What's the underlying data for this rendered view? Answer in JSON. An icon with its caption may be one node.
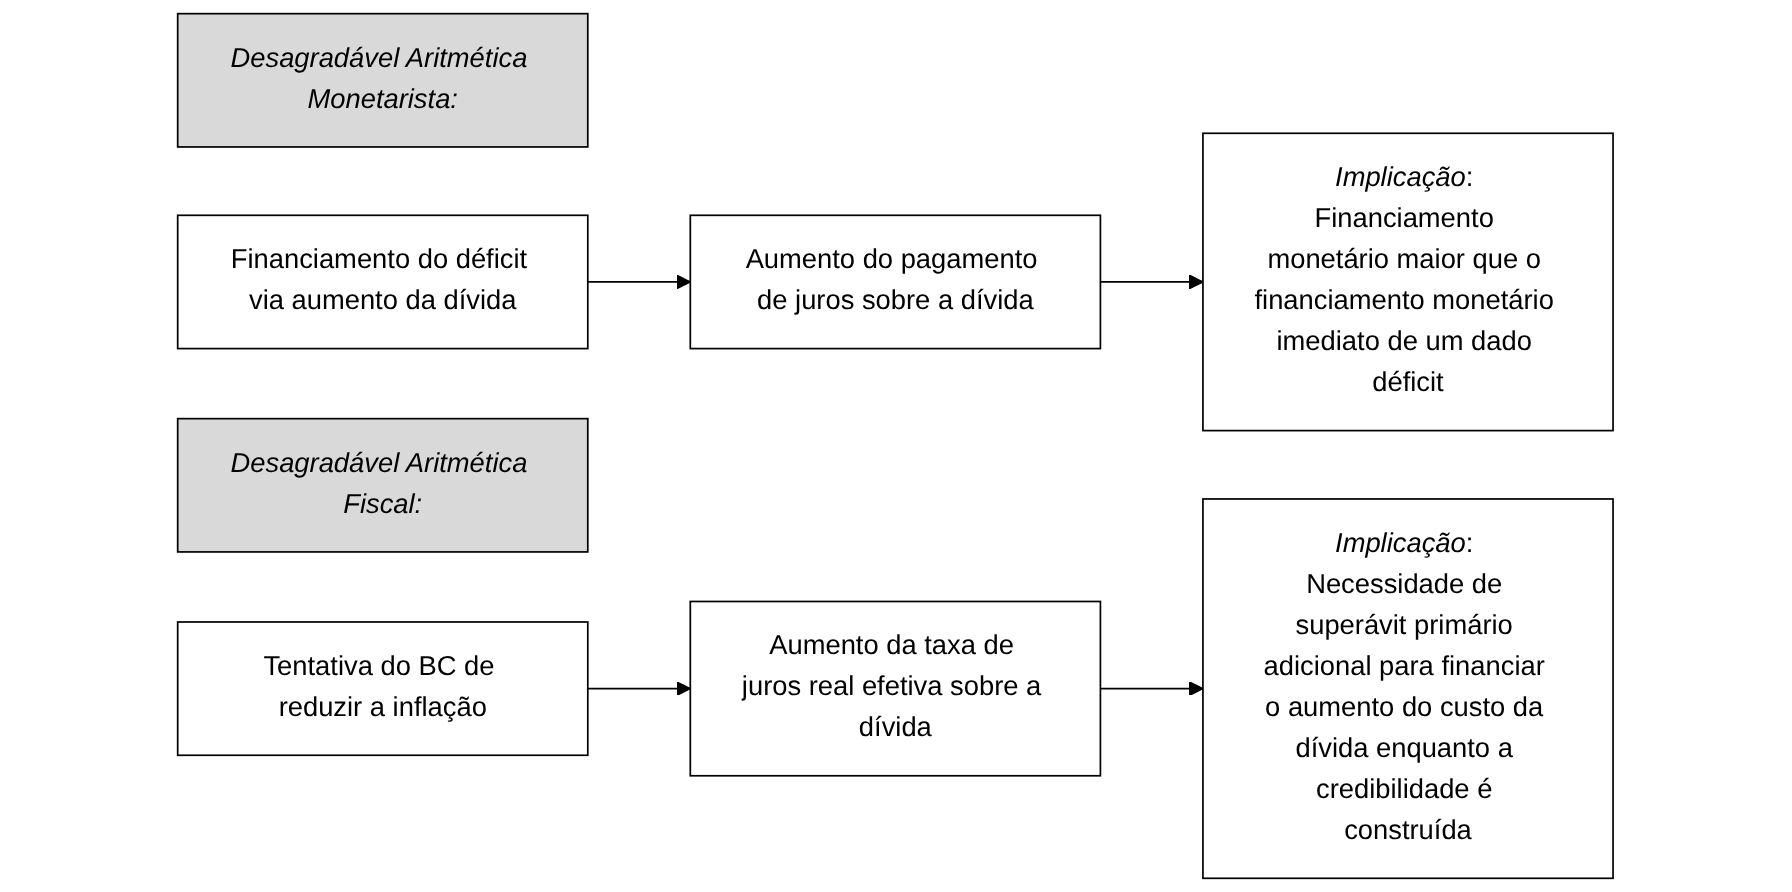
{
  "diagram": {
    "nodes": [
      {
        "text": [
          "Desagradável Aritmética Monetarista:"
        ]
      },
      {
        "text": [
          "Financiamento do déficit via aumento da dívida"
        ]
      },
      {
        "text": [
          "Aumento do pagamento de juros sobre a dívida"
        ]
      },
      {
        "text": [
          "*Implicação*: Financiamento monetário maior que o financiamento monetário imediato de um dado déficit"
        ]
      },
      {
        "text": [
          "Desagradável Aritmética Fiscal:"
        ]
      },
      {
        "text": [
          "Tentativa do BC de reduzir a inflação"
        ]
      },
      {
        "text": [
          "Aumento da taxa de juros real efetiva sobre a dívida"
        ]
      },
      {
        "text": [
          "*Implicação*: Necessidade de superávit primário adicional para financiar o aumento do custo da dívida enquanto a credibilidade é construída"
        ]
      }
    ],
    "edges": [
      {
        "from": 1,
        "to": 2,
        "arrow": "to"
      },
      {
        "from": 2,
        "to": 3,
        "arrow": "to"
      },
      {
        "from": 5,
        "to": 6,
        "arrow": "to"
      },
      {
        "from": 6,
        "to": 7,
        "arrow": "to"
      }
    ]
  }
}
